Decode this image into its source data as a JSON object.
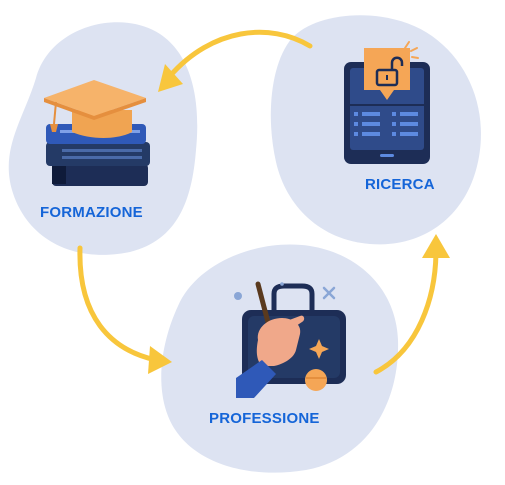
{
  "nodes": {
    "formazione": {
      "label": "FORMAZIONE",
      "icon": "graduation-cap-books-icon"
    },
    "ricerca": {
      "label": "RICERCA",
      "icon": "tablet-unlock-icon"
    },
    "professione": {
      "label": "PROFESSIONE",
      "icon": "briefcase-hand-wand-icon"
    }
  },
  "colors": {
    "blob": "#dde3f2",
    "label": "#1565d8",
    "arrow": "#f8c63c",
    "navy": "#243a66",
    "orange": "#f5a656"
  }
}
